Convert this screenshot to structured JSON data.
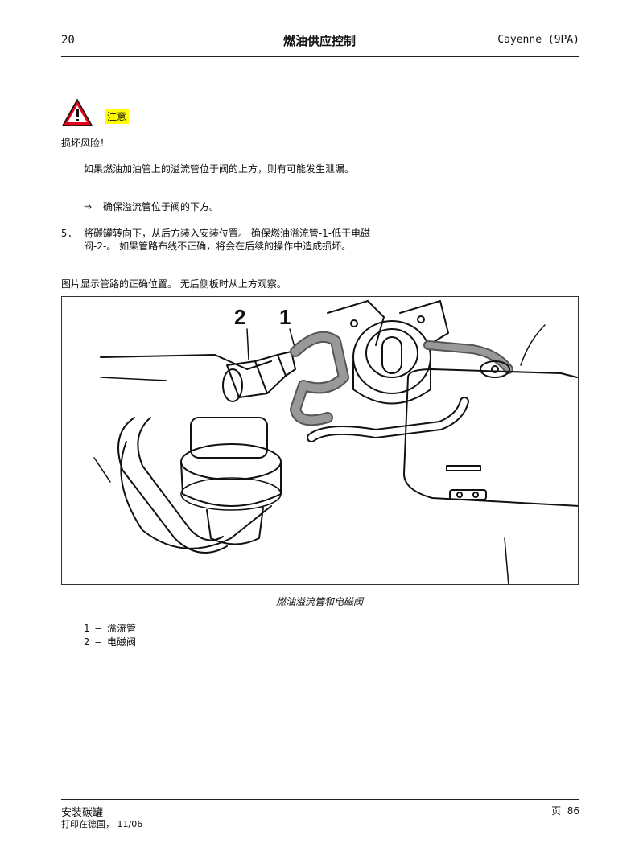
{
  "header": {
    "page_number": "20",
    "title": "燃油供应控制",
    "model": "Cayenne (9PA)"
  },
  "caution": {
    "icon": "warning-triangle-icon",
    "label": "注意",
    "heading": "损坏风险！",
    "text": "如果燃油加油管上的溢流管位于阀的上方，则有可能发生泄漏。",
    "action_symbol": "⇒",
    "action": "确保溢流管位于阀的下方。"
  },
  "step": {
    "number": "5.",
    "text": "将碳罐转向下，从后方装入安装位置。 确保燃油溢流管-1-低于电磁阀-2-。 如果管路布线不正确，将会在后续的操作中造成损坏。"
  },
  "figure": {
    "intro": "图片显示管路的正确位置。 无后侧板时从上方观察。",
    "callout_1": "1",
    "callout_2": "2",
    "caption": "燃油溢流管和电磁阀"
  },
  "legend": [
    {
      "num": "1",
      "sep": "–",
      "label": "溢流管"
    },
    {
      "num": "2",
      "sep": "–",
      "label": "电磁阀"
    }
  ],
  "footer": {
    "section": "安装碳罐",
    "printed": "打印在德国， 11/06",
    "page_label": "页",
    "page_number": "86"
  },
  "colors": {
    "caution_highlight": "#ffff00",
    "warning_red": "#e3001b"
  }
}
